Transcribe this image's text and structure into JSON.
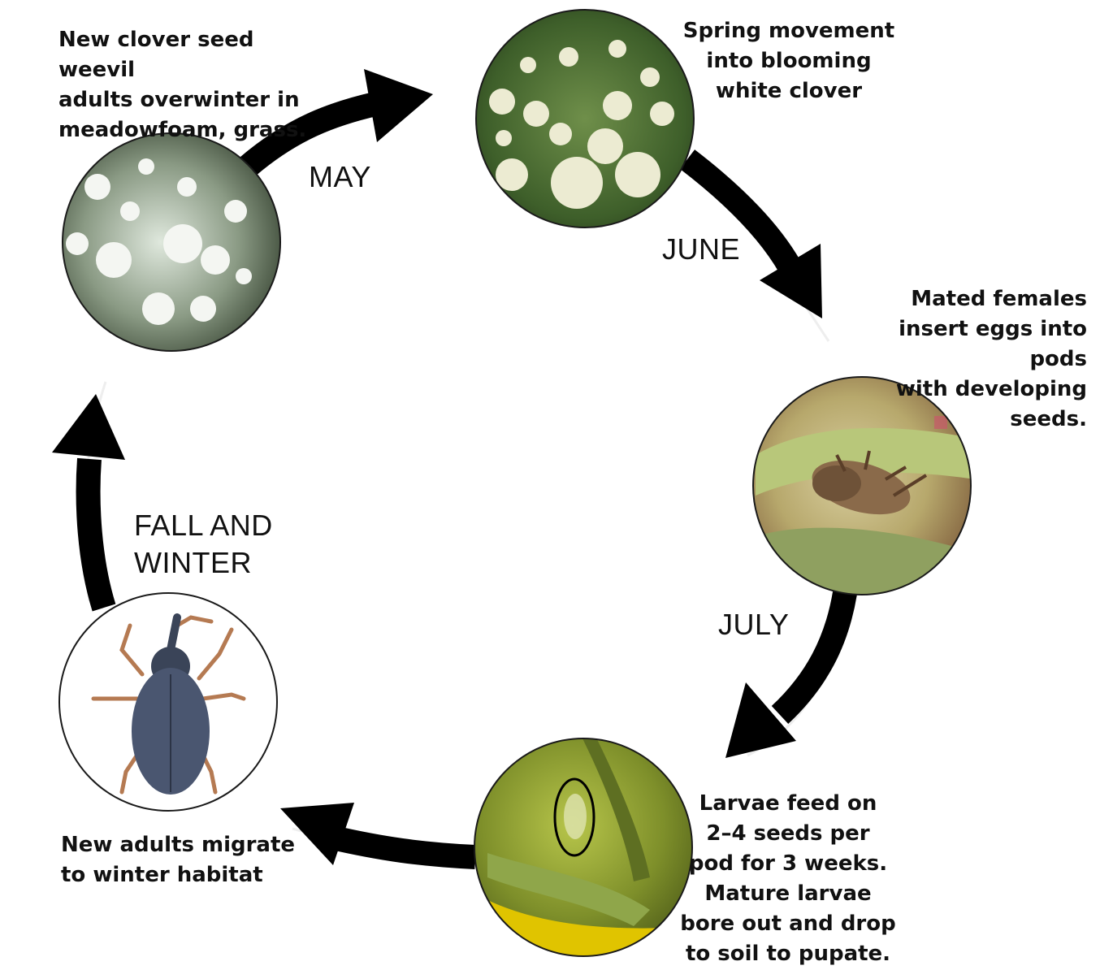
{
  "stages": [
    {
      "id": "overwinter",
      "label": "New clover seed weevil\nadults overwinter in\nmeadowfoam, grass.",
      "photo": "meadowfoam-flowers"
    },
    {
      "id": "spring",
      "label": "Spring movement\ninto blooming\nwhite clover",
      "photo": "white-clover-blooms"
    },
    {
      "id": "eggs",
      "label": "Mated females\ninsert eggs into pods\nwith developing\nseeds.",
      "photo": "weevil-on-seed-pod"
    },
    {
      "id": "larvae",
      "label": "Larvae feed on\n2–4 seeds per\npod for 3 weeks.\nMature larvae\nbore out and drop\nto soil to pupate.",
      "photo": "larva-inside-pod"
    },
    {
      "id": "migrate",
      "label": "New adults migrate\nto winter habitat",
      "photo": "adult-weevil"
    }
  ],
  "periods": {
    "may": "MAY",
    "june": "JUNE",
    "july": "JULY",
    "fall_winter": "FALL AND\nWINTER"
  },
  "colors": {
    "arrow": "#000000",
    "text": "#111111",
    "photo_border": "#1a1a1a"
  }
}
